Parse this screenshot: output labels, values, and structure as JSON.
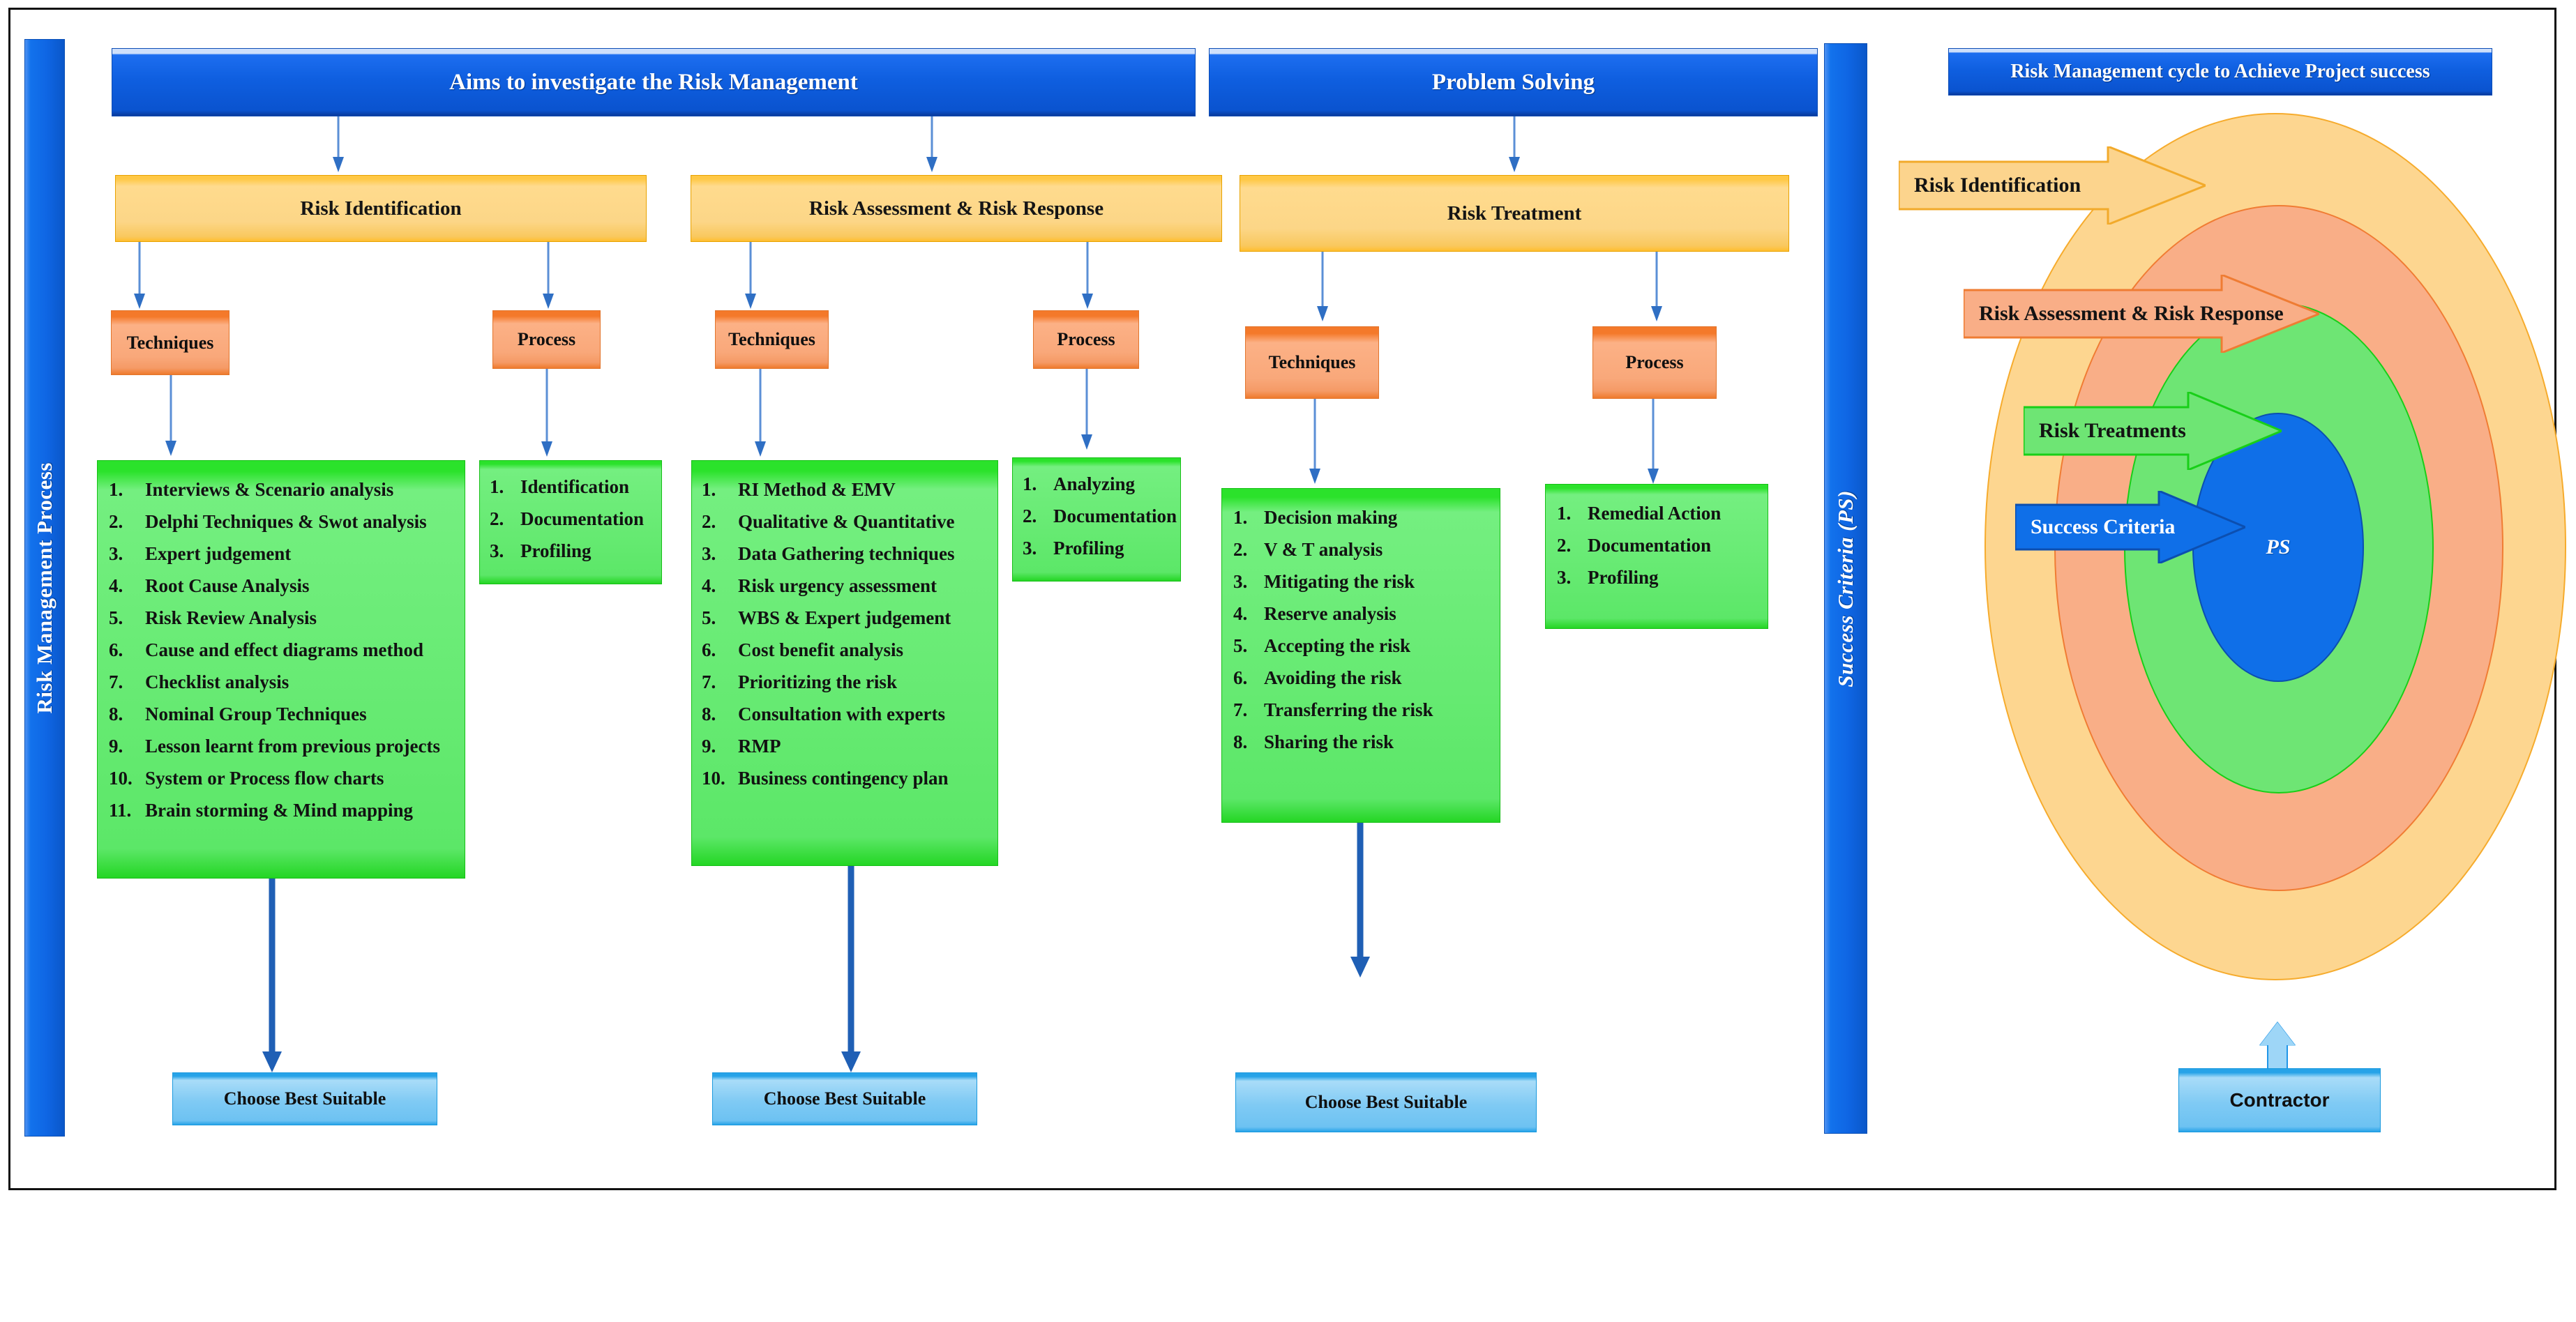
{
  "left_ribbon": {
    "label": "Risk Management Process"
  },
  "right_ribbon": {
    "label": "Success Criteria (PS)"
  },
  "headers": [
    {
      "label": "Aims to investigate the Risk Management"
    },
    {
      "label": "Problem Solving"
    }
  ],
  "phases": [
    {
      "title": "Risk Identification",
      "techniques_label": "Techniques",
      "process_label": "Process",
      "techniques": [
        "Interviews & Scenario analysis",
        "Delphi Techniques & Swot analysis",
        "Expert judgement",
        "Root Cause Analysis",
        "Risk Review Analysis",
        "Cause and effect diagrams method",
        "Checklist analysis",
        "Nominal Group Techniques",
        "Lesson learnt from previous projects",
        "System or Process flow charts",
        "Brain storming & Mind mapping"
      ],
      "process": [
        "Identification",
        "Documentation",
        "Profiling"
      ],
      "outcome_label": "Choose Best Suitable"
    },
    {
      "title": "Risk Assessment & Risk Response",
      "techniques_label": "Techniques",
      "process_label": "Process",
      "techniques": [
        "RI Method & EMV",
        "Qualitative & Quantitative",
        "Data Gathering techniques",
        "Risk urgency assessment",
        "WBS & Expert judgement",
        "Cost benefit analysis",
        "Prioritizing the risk",
        "Consultation with experts",
        "RMP",
        "Business contingency plan"
      ],
      "process": [
        "Analyzing",
        "Documentation",
        "Profiling"
      ],
      "outcome_label": "Choose Best Suitable"
    },
    {
      "title": "Risk Treatment",
      "techniques_label": "Techniques",
      "process_label": "Process",
      "techniques": [
        "Decision making",
        "V & T analysis",
        "Mitigating the risk",
        "Reserve analysis",
        "Accepting the risk",
        "Avoiding the risk",
        "Transferring the risk",
        "Sharing the risk"
      ],
      "process": [
        "Remedial Action",
        "Documentation",
        "Profiling"
      ],
      "outcome_label": "Choose Best Suitable"
    }
  ],
  "cycle": {
    "title": "Risk Management cycle to Achieve Project success",
    "rings": [
      {
        "label": "Risk Identification",
        "color": "#fdd690"
      },
      {
        "label": "Risk Assessment & Risk Response",
        "color": "#f9ae87"
      },
      {
        "label": "Risk Treatments",
        "color": "#6ee574"
      },
      {
        "label": "Success Criteria",
        "color": "#0f6fe8"
      }
    ],
    "center_label": "PS",
    "footer_label": "Contractor"
  },
  "colors": {
    "blue_header": "#0f5fe0",
    "amber": "#fcd687",
    "orange": "#f9a87a",
    "green": "#66ea72",
    "light_blue": "#7fcaf4",
    "salmon": "#f9ae87",
    "ring_yellow": "#fdd690"
  }
}
